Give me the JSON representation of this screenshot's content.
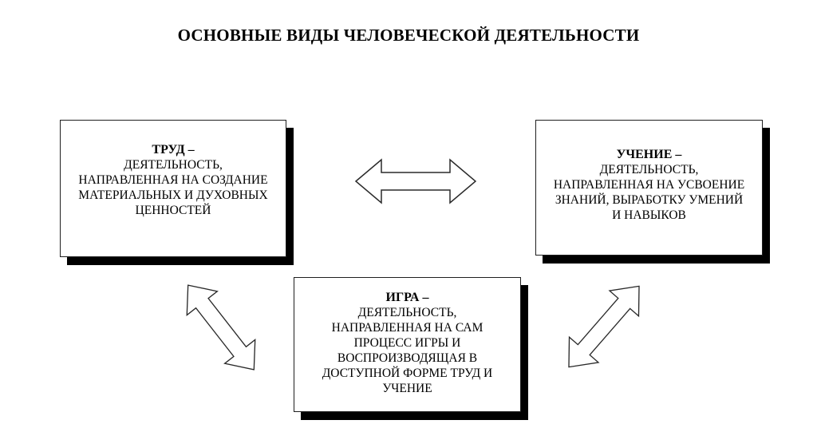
{
  "title": "ОСНОВНЫЕ ВИДЫ ЧЕЛОВЕЧЕСКОЙ ДЕЯТЕЛЬНОСТИ",
  "boxes": {
    "trud": {
      "heading": "ТРУД –",
      "body": [
        "ДЕЯТЕЛЬНОСТЬ,",
        "НАПРАВЛЕННАЯ НА СОЗДАНИЕ",
        "МАТЕРИАЛЬНЫХ И ДУХОВНЫХ",
        "ЦЕННОСТЕЙ"
      ]
    },
    "uchenie": {
      "heading": "УЧЕНИЕ –",
      "body": [
        "ДЕЯТЕЛЬНОСТЬ,",
        "НАПРАВЛЕННАЯ НА УСВОЕНИЕ",
        "ЗНАНИЙ, ВЫРАБОТКУ УМЕНИЙ",
        "И НАВЫКОВ"
      ]
    },
    "igra": {
      "heading": "ИГРА –",
      "body": [
        "ДЕЯТЕЛЬНОСТЬ,",
        "НАПРАВЛЕННАЯ НА САМ",
        "ПРОЦЕСС ИГРЫ И",
        "ВОСПРОИЗВОДЯЩАЯ В",
        "ДОСТУПНОЙ ФОРМЕ ТРУД И",
        "УЧЕНИЕ"
      ]
    }
  },
  "arrows": [
    {
      "name": "double-arrow-horizontal-icon",
      "connects": "ТРУД ↔ УЧЕНИЕ"
    },
    {
      "name": "double-arrow-diagonal-left-icon",
      "connects": "ТРУД ↔ ИГРА"
    },
    {
      "name": "double-arrow-diagonal-right-icon",
      "connects": "ИГРА ↔ УЧЕНИЕ"
    }
  ],
  "colors": {
    "background": "#ffffff",
    "box_fill": "#ffffff",
    "box_border": "#1f1f1f",
    "box_shadow": "#000000",
    "text": "#000000",
    "arrow_fill": "#ffffff",
    "arrow_stroke": "#2a2a2a"
  }
}
